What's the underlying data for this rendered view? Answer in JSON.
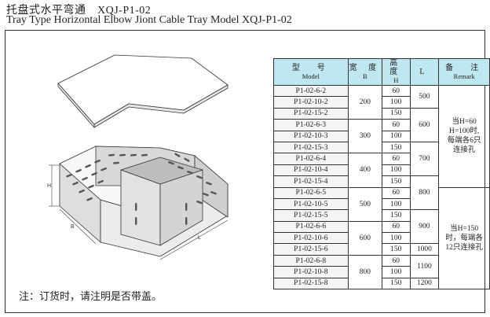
{
  "title_cn": "托盘式水平弯通　XQJ-P1-02",
  "title_en": "Tray Type Horizontal Elbow Jiont Cable Tray Model XQJ-P1-02",
  "note": "注：订货时，请注明是否带盖。",
  "drawing": {
    "label_h": "H",
    "label_b": "B",
    "label_l": "L"
  },
  "table": {
    "headers": [
      {
        "cn": "型　号",
        "en": "Model"
      },
      {
        "cn": "宽 度",
        "en": "B"
      },
      {
        "cn": "高 度",
        "en": "H"
      },
      {
        "cn": "L",
        "en": ""
      },
      {
        "cn": "备　注",
        "en": "Remark"
      }
    ],
    "models": [
      "P1-02-6-2",
      "P1-02-10-2",
      "P1-02-15-2",
      "P1-02-6-3",
      "P1-02-10-3",
      "P1-02-15-3",
      "P1-02-6-4",
      "P1-02-10-4",
      "P1-02-15-4",
      "P1-02-6-5",
      "P1-02-10-5",
      "P1-02-15-5",
      "P1-02-6-6",
      "P1-02-10-6",
      "P1-02-15-6",
      "P1-02-6-8",
      "P1-02-10-8",
      "P1-02-15-8"
    ],
    "widths": [
      "200",
      "300",
      "400",
      "500",
      "600",
      "800"
    ],
    "heights": [
      "60",
      "100",
      "150",
      "60",
      "100",
      "150",
      "60",
      "100",
      "150",
      "60",
      "100",
      "150",
      "60",
      "100",
      "150",
      "60",
      "100",
      "150"
    ],
    "lengths": [
      "500",
      "600",
      "700",
      "800",
      "900",
      "1000",
      "1100",
      "1200"
    ],
    "remark_1": [
      "当H=60",
      "H=100时,",
      "每端各6只",
      "连接孔"
    ],
    "remark_2": [
      "当H=150",
      "时，每端各",
      "12只连接孔"
    ]
  }
}
